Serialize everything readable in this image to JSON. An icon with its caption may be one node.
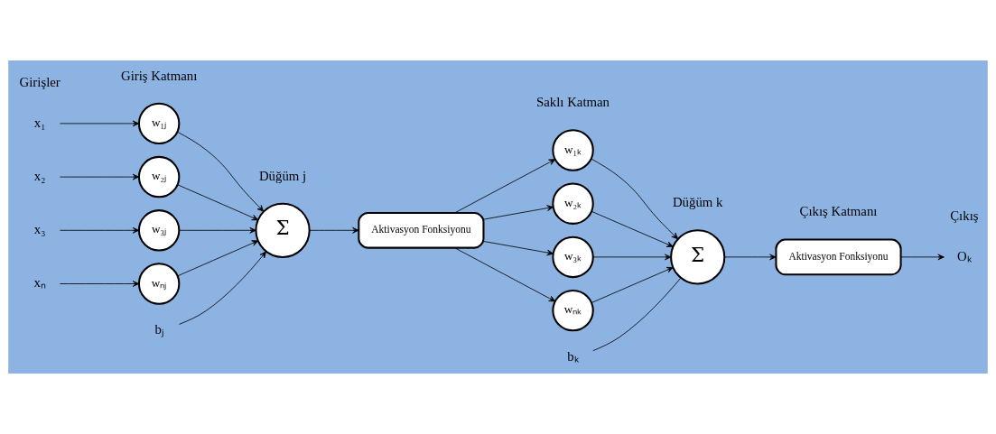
{
  "diagram": {
    "nodes": [
      {
        "text": [
          "x₁"
        ]
      },
      {
        "text": [
          "x₂"
        ]
      },
      {
        "text": [
          "x₃"
        ]
      },
      {
        "text": [
          "xₙ"
        ]
      },
      {
        "text": [
          "w₁ⱼ"
        ]
      },
      {
        "text": [
          "w₂ⱼ"
        ]
      },
      {
        "text": [
          "w₃ⱼ"
        ]
      },
      {
        "text": [
          "wₙⱼ"
        ]
      },
      {
        "text": [
          "Σ"
        ]
      },
      {
        "text": [
          "bⱼ"
        ]
      },
      {
        "text": [
          "Aktivasyon Fonksiyonu"
        ]
      },
      {
        "text": [
          "w₁ₖ"
        ]
      },
      {
        "text": [
          "w₂ₖ"
        ]
      },
      {
        "text": [
          "w₃ₖ"
        ]
      },
      {
        "text": [
          "wₙₖ"
        ]
      },
      {
        "text": [
          "Σ"
        ]
      },
      {
        "text": [
          "bₖ"
        ]
      },
      {
        "text": [
          "Aktivasyon Fonksiyonu"
        ]
      },
      {
        "text": [
          "Oₖ"
        ]
      }
    ],
    "edges": [
      {
        "from": 0,
        "to": 4,
        "arrow": "to"
      },
      {
        "from": 1,
        "to": 5,
        "arrow": "to"
      },
      {
        "from": 2,
        "to": 6,
        "arrow": "to"
      },
      {
        "from": 3,
        "to": 7,
        "arrow": "to"
      },
      {
        "from": 4,
        "to": 8,
        "arrow": "to"
      },
      {
        "from": 5,
        "to": 8,
        "arrow": "to"
      },
      {
        "from": 6,
        "to": 8,
        "arrow": "to"
      },
      {
        "from": 7,
        "to": 8,
        "arrow": "to"
      },
      {
        "from": 9,
        "to": 8,
        "arrow": "to"
      },
      {
        "from": 8,
        "to": 10,
        "arrow": "to"
      },
      {
        "from": 10,
        "to": 11,
        "arrow": "to"
      },
      {
        "from": 10,
        "to": 12,
        "arrow": "to"
      },
      {
        "from": 10,
        "to": 13,
        "arrow": "to"
      },
      {
        "from": 10,
        "to": 14,
        "arrow": "to"
      },
      {
        "from": 11,
        "to": 15,
        "arrow": "to"
      },
      {
        "from": 12,
        "to": 15,
        "arrow": "to"
      },
      {
        "from": 13,
        "to": 15,
        "arrow": "to"
      },
      {
        "from": 14,
        "to": 15,
        "arrow": "to"
      },
      {
        "from": 16,
        "to": 15,
        "arrow": "none"
      },
      {
        "from": 15,
        "to": 17,
        "arrow": "to"
      },
      {
        "from": 17,
        "to": 18,
        "arrow": "to"
      }
    ],
    "labels": [
      "Girişler",
      "Düğüm j",
      "Düğüm k",
      "Çıkış",
      "Giriş Katmanı",
      "Saklı Katman",
      "Çıkış Katmanı"
    ]
  }
}
